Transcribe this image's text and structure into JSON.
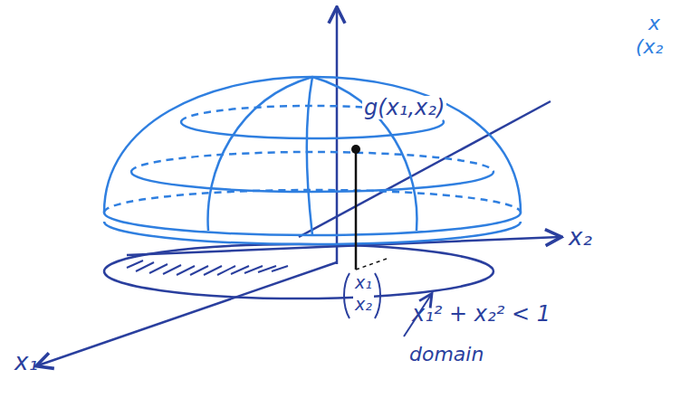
{
  "diagram": {
    "labels": [
      "x₁",
      "x₂",
      "g(x₁,x₂)",
      "x₁",
      "x₂",
      "x₁² + x₂² < 1",
      "domain",
      "x",
      "(x₂"
    ]
  }
}
